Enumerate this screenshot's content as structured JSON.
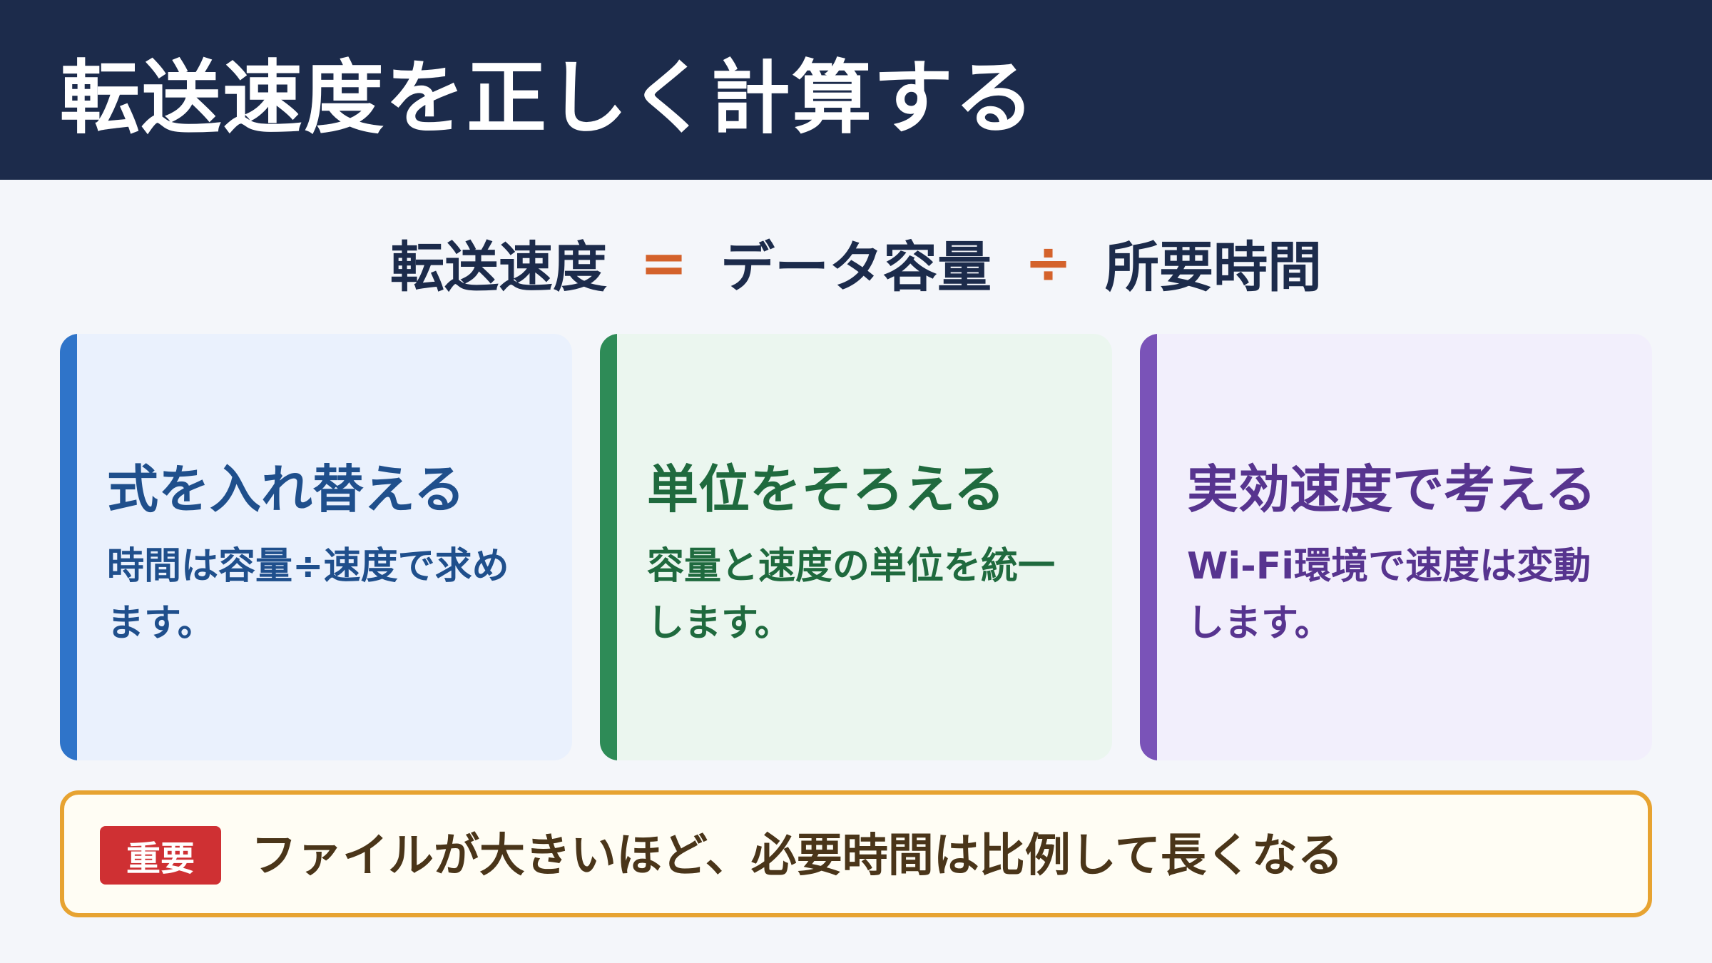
{
  "header": {
    "title": "転送速度を正しく計算する"
  },
  "formula": {
    "result": "転送速度",
    "equals": "=",
    "numerator": "データ容量",
    "divide": "÷",
    "denominator": "所要時間"
  },
  "cards": [
    {
      "title": "式を入れ替える",
      "text": "時間は容量÷速度で求めます。",
      "accent": "#2f74c9"
    },
    {
      "title": "単位をそろえる",
      "text": "容量と速度の単位を統一します。",
      "accent": "#2e8b57"
    },
    {
      "title": "実効速度で考える",
      "text": "Wi-Fi環境で速度は変動します。",
      "accent": "#7a53b8"
    }
  ],
  "note": {
    "badge": "重要",
    "text": "ファイルが大きいほど、必要時間は比例して長くなる",
    "border_color": "#e7a331",
    "badge_color": "#cf3033"
  },
  "colors": {
    "header_bg": "#1c2b4b",
    "operator": "#d4622b"
  }
}
